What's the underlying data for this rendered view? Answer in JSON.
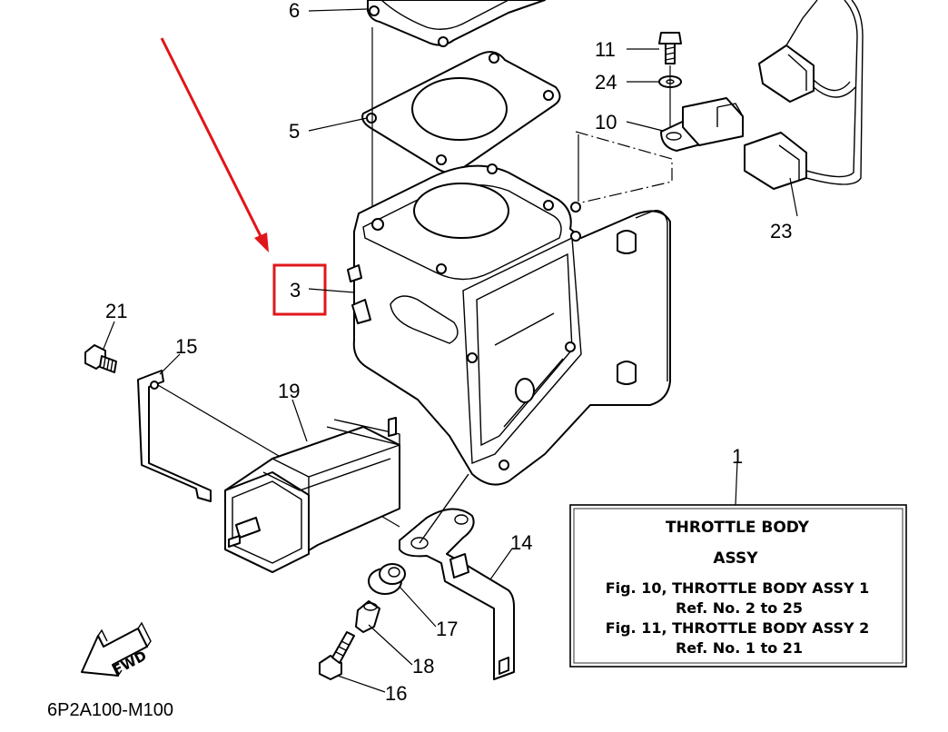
{
  "callouts": {
    "c1": "1",
    "c3": "3",
    "c5": "5",
    "c6": "6",
    "c10": "10",
    "c11": "11",
    "c14": "14",
    "c15": "15",
    "c16": "16",
    "c17": "17",
    "c18": "18",
    "c19": "19",
    "c21": "21",
    "c23": "23",
    "c24": "24"
  },
  "legend": {
    "title_line1": "THROTTLE BODY",
    "title_line2": "ASSY",
    "line1": "Fig. 10, THROTTLE  BODY ASSY 1",
    "line2": "Ref. No. 2 to 25",
    "line3": "Fig. 11, THROTTLE  BODY ASSY 2",
    "line4": "Ref. No. 1 to 21"
  },
  "fwd_label": "FWD",
  "diagram_code": "6P2A100-M100",
  "colors": {
    "highlight": "#e0161b",
    "ink": "#000000",
    "paper": "#ffffff"
  }
}
